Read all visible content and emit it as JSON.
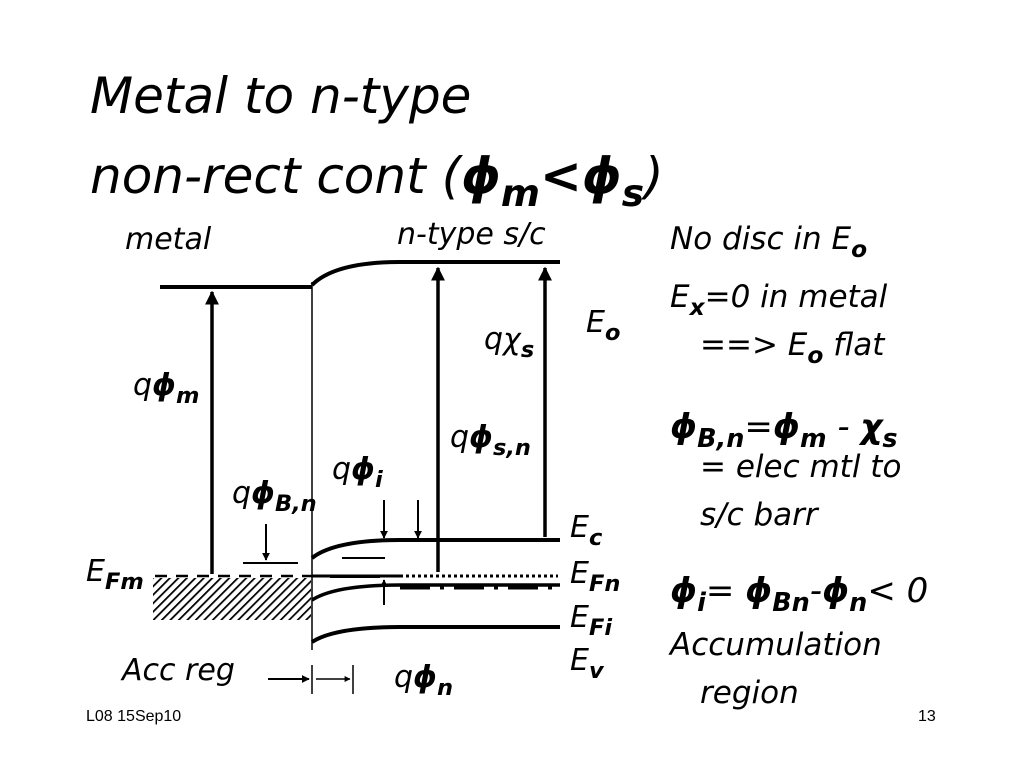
{
  "title": {
    "line1": "Metal to n-type",
    "line2_prefix": "non-rect cont (",
    "phi": "ϕ",
    "m": "m",
    "lt": "<",
    "s": "s",
    "close": ")"
  },
  "diagram": {
    "metal_label": "metal",
    "ntype_label": "n-type s/c",
    "q": "q",
    "phi": "ϕ",
    "chi": "χ",
    "E": "E",
    "sub_m": "m",
    "sub_s": "s",
    "sub_sn": "s,n",
    "sub_Bn": "B,n",
    "sub_i": "i",
    "sub_n": "n",
    "sub_o": "o",
    "sub_c": "c",
    "sub_Fn": "Fn",
    "sub_Fi": "Fi",
    "sub_v": "v",
    "sub_Fm": "Fm",
    "acc_reg": "Acc reg"
  },
  "notes": {
    "line1_text": "No disc in E",
    "line1_sub": "o",
    "line2_E": "E",
    "line2_sub": "x",
    "line2_text": "=0 in metal",
    "line3_text": "==> E",
    "line3_sub": "o",
    "line3_text2": " flat",
    "phi": "ϕ",
    "chi": "χ",
    "line4_sub1": "B,n",
    "line4_eq": "=",
    "line4_sub2": "m",
    "line4_minus": " - ",
    "line4_sub3": "s",
    "line5": "= elec mtl to",
    "line6": "s/c barr",
    "line7_sub1": "i",
    "line7_eq": "= ",
    "line7_sub2": "Bn",
    "line7_minus": "-",
    "line7_sub3": "n",
    "line7_lt": "< 0",
    "line8": "Accumulation",
    "line9": "region"
  },
  "footer": {
    "left": "L08 15Sep10",
    "page": "13"
  }
}
